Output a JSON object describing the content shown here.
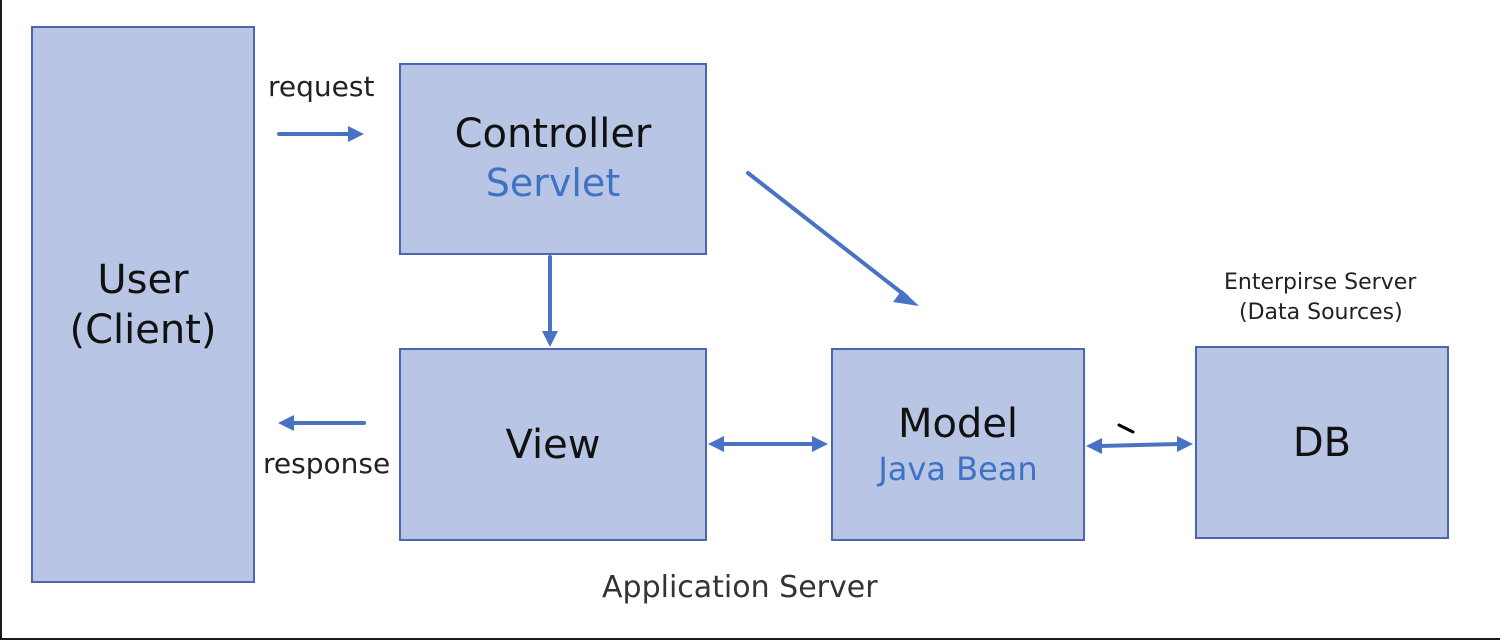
{
  "colors": {
    "box_fill": "#b8c5e4",
    "box_border": "#4a66b3",
    "arrow": "#4a72c4",
    "accent_text": "#3d72c4"
  },
  "user": {
    "line1": "User",
    "line2": "(Client)"
  },
  "controller": {
    "title": "Controller",
    "subtitle": "Servlet"
  },
  "view": {
    "title": "View"
  },
  "model": {
    "title": "Model",
    "subtitle": "Java Bean"
  },
  "db": {
    "title": "DB"
  },
  "labels": {
    "request": "request",
    "response": "response",
    "enterprise_line1": "Enterpirse Server",
    "enterprise_line2": "(Data Sources)",
    "application_server": "Application Server"
  }
}
